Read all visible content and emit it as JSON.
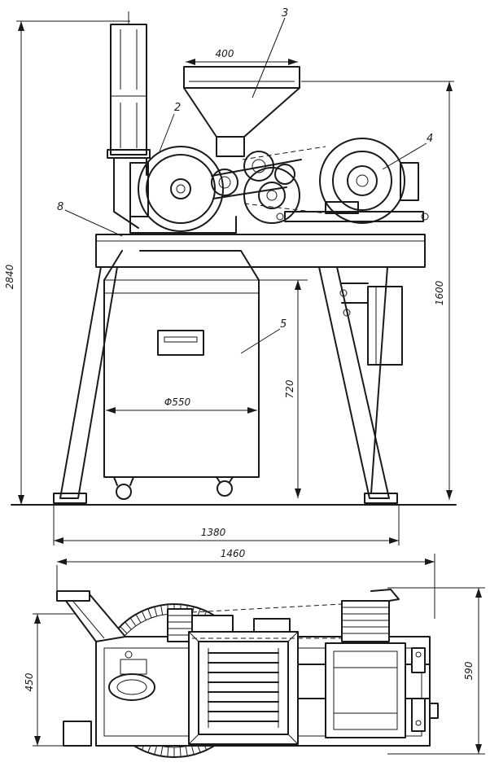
{
  "dimensions": {
    "total_height": "2840",
    "hopper_width": "400",
    "frame_height": "1600",
    "tank_height": "720",
    "tank_diameter": "Φ550",
    "base_length": "1380",
    "plan_length": "1460",
    "plan_depth": "450",
    "plan_width": "590"
  },
  "callouts": {
    "frame": "8",
    "pulley": "2",
    "hopper": "3",
    "motor": "4",
    "tank": "5"
  },
  "colors": {
    "ink": "#1a1a1a",
    "paper": "#ffffff"
  }
}
